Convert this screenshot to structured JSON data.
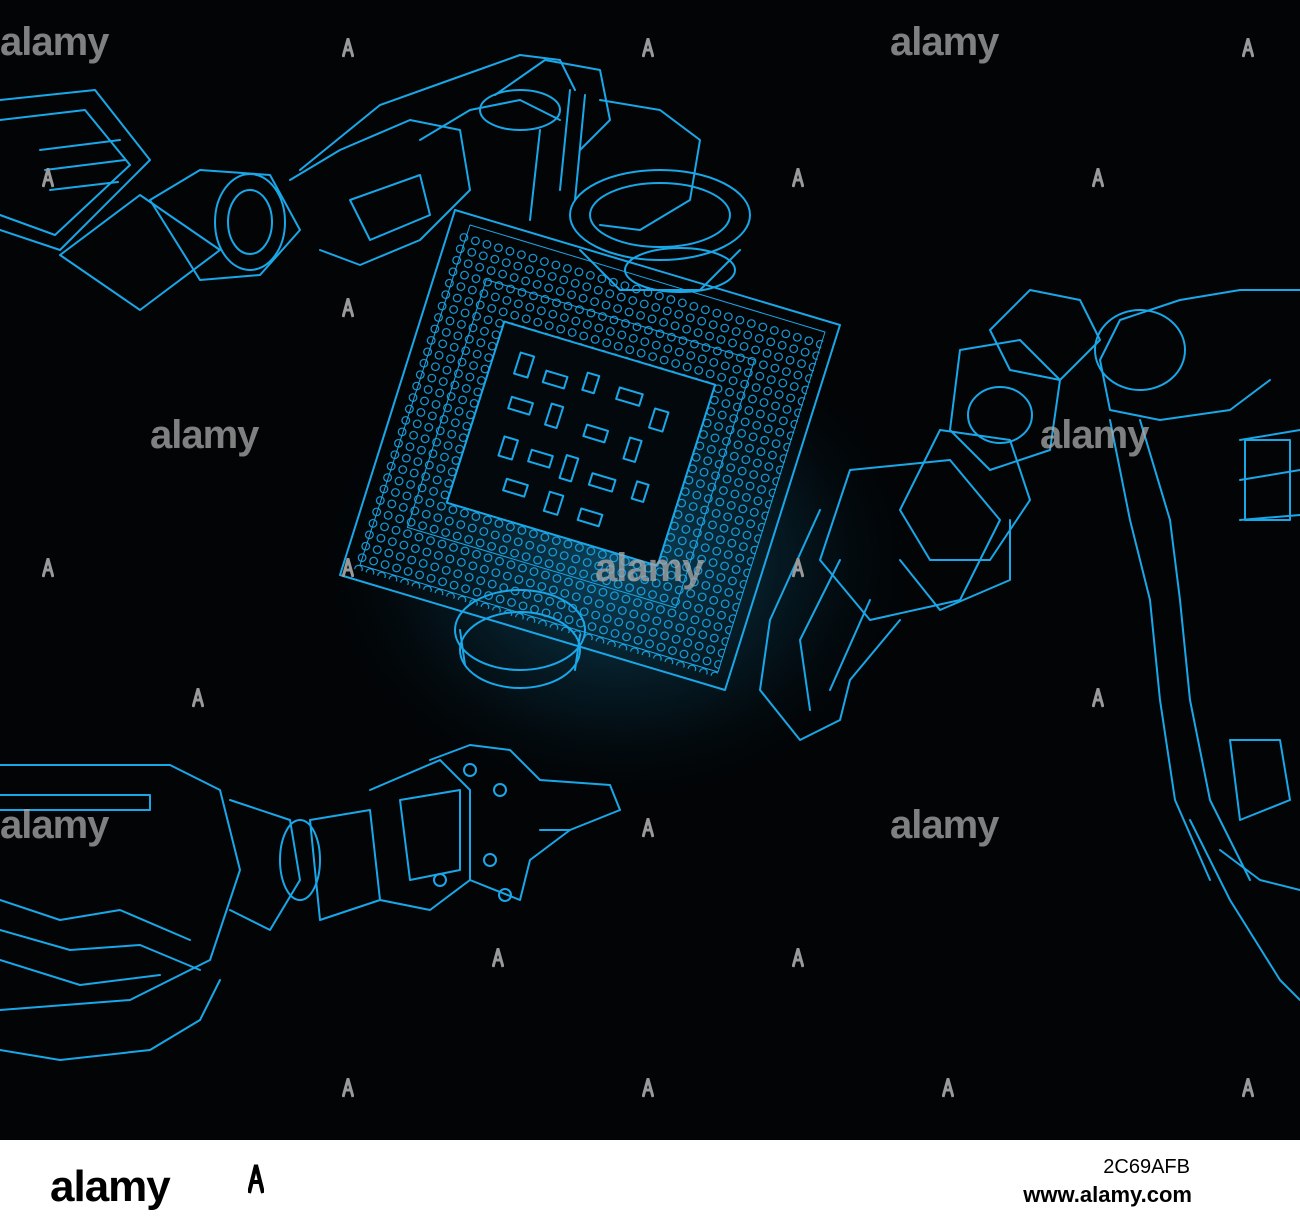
{
  "watermark": {
    "text": "alamy"
  },
  "footer": {
    "logo": "alamy",
    "image_id": "2C69AFB",
    "url": "www.alamy.com"
  },
  "colors": {
    "background": "#000000",
    "line": "#1aa7e8",
    "glow": "#0c4a66",
    "footer_bg": "#ffffff"
  },
  "illustration": {
    "subjects": [
      "robotic-arm-top-left",
      "cpu-chip",
      "robotic-arm-right",
      "robotic-arm-bottom-left"
    ],
    "style": "blue line drawing on black"
  }
}
